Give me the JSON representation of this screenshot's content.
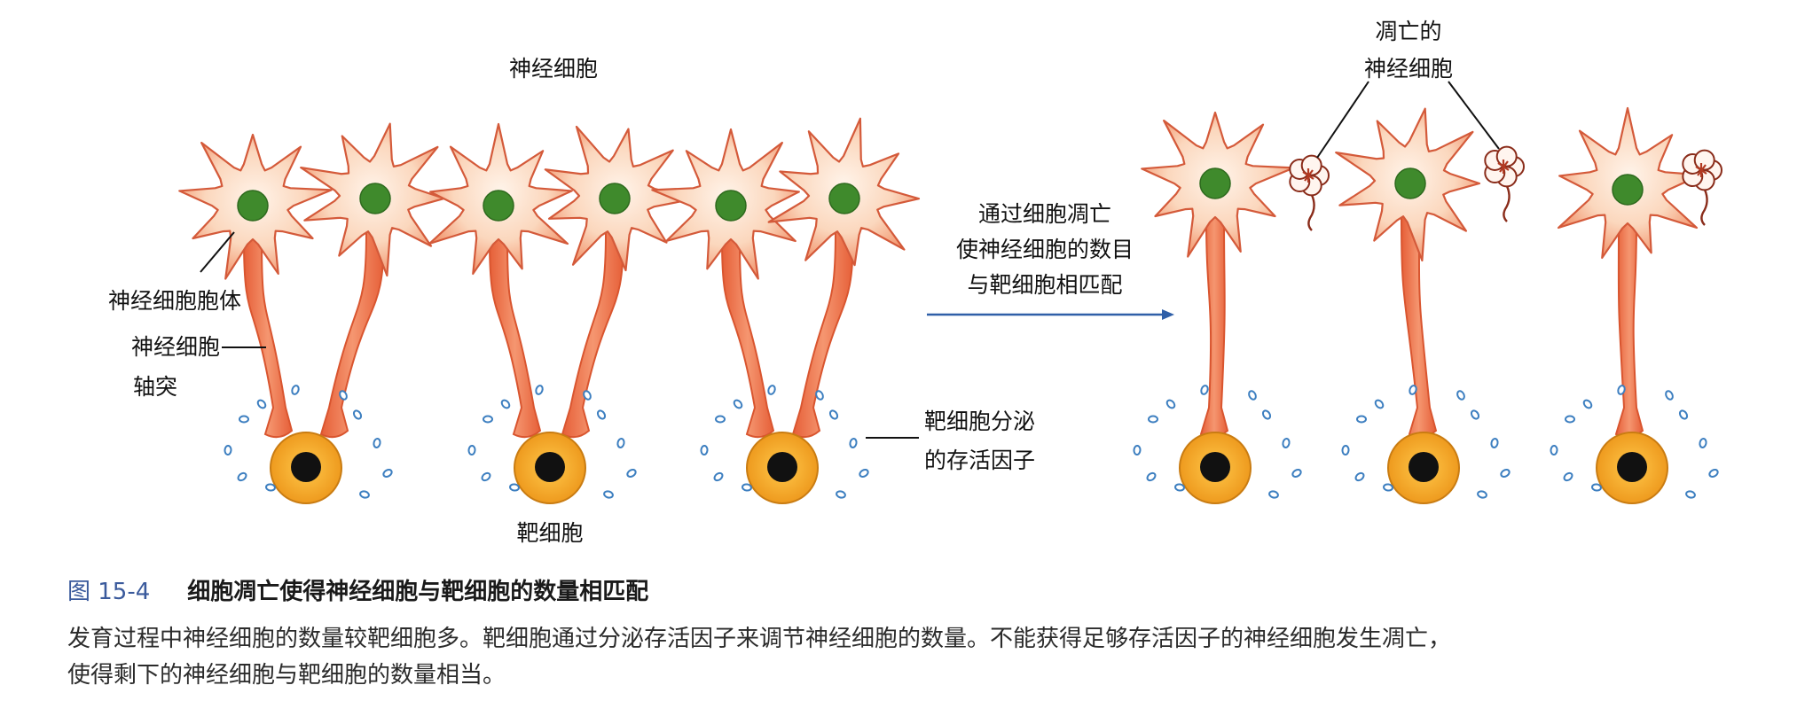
{
  "labels": {
    "neurons": "神经细胞",
    "soma": "神经细胞胞体",
    "axon_line1": "神经细胞",
    "axon_line2": "轴突",
    "target": "靶细胞",
    "factor_line1": "靶细胞分泌",
    "factor_line2": "的存活因子",
    "arrow_line1": "通过细胞凋亡",
    "arrow_line2": "使神经细胞的数目",
    "arrow_line3": "与靶细胞相匹配",
    "dead_line1": "凋亡的",
    "dead_line2": "神经细胞"
  },
  "caption": {
    "figure_number": "图 15-4",
    "title": "细胞凋亡使得神经细胞与靶细胞的数量相匹配",
    "description_line1": "发育过程中神经细胞的数量较靶细胞多。靶细胞通过分泌存活因子来调节神经细胞的数量。不能获得足够存活因子的神经细胞发生凋亡，",
    "description_line2": "使得剩下的神经细胞与靶细胞的数量相当。"
  },
  "colors": {
    "neuron_body_light": "#fde6d4",
    "neuron_body_dark": "#f2865a",
    "neuron_outline": "#d45a3a",
    "nucleus": "#3f8a2c",
    "axon": "#ee7348",
    "target_cell": "#f2a629",
    "target_core": "#111111",
    "survival_factor": "#3d7fc0",
    "arrow": "#2f5fa8",
    "figure_number": "#3a5a9c"
  }
}
